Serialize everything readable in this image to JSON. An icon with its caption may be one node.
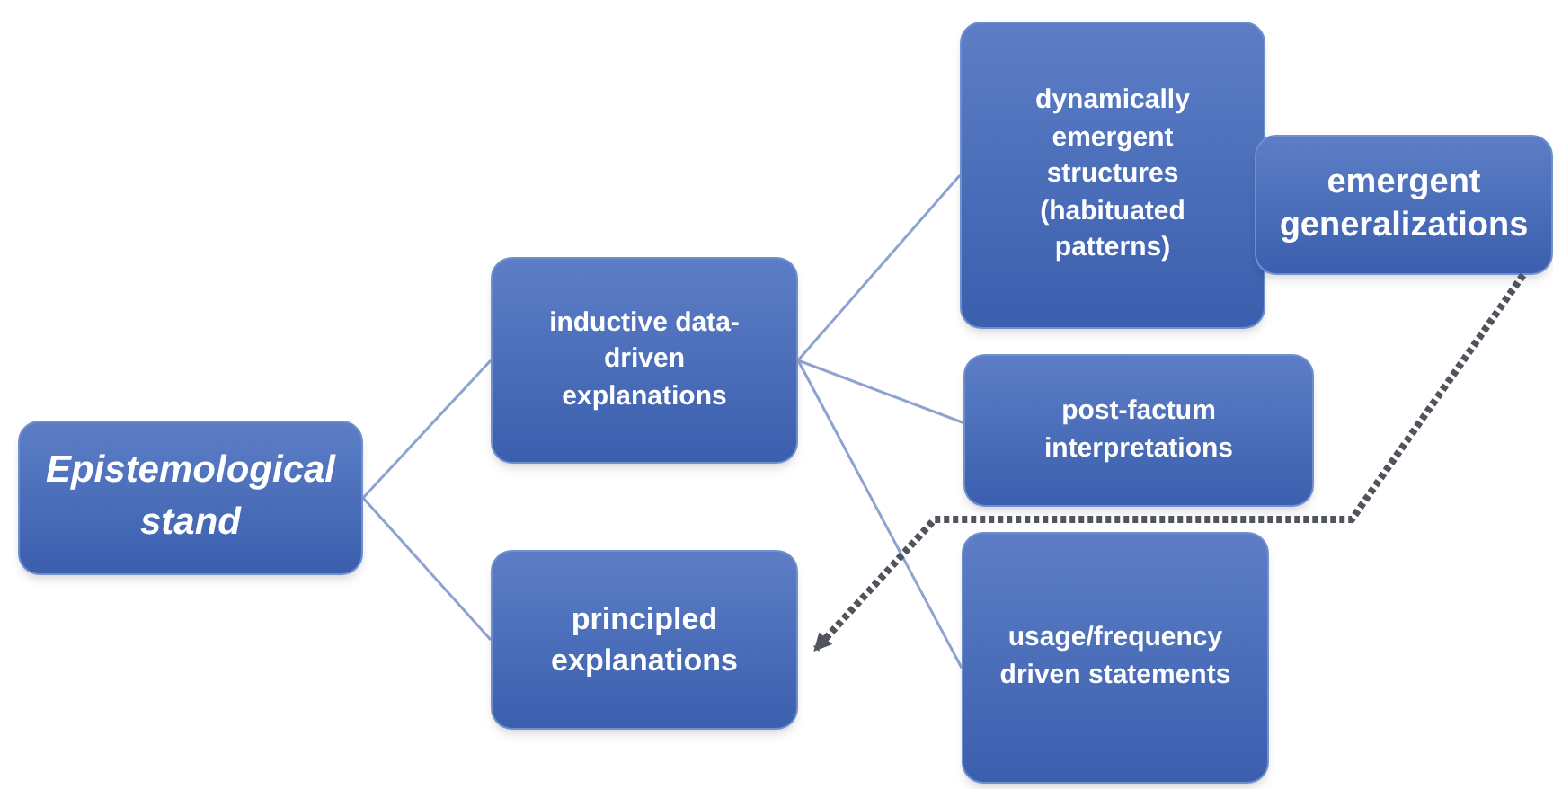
{
  "diagram": {
    "nodes": [
      {
        "text": [
          "Epistemological stand"
        ]
      },
      {
        "text": [
          "inductive data-driven explanations"
        ]
      },
      {
        "text": [
          "principled explanations"
        ]
      },
      {
        "text": [
          "dynamically emergent structures (habituated patterns)"
        ]
      },
      {
        "text": [
          "emergent generalizations"
        ]
      },
      {
        "text": [
          "post-factum interpretations"
        ]
      },
      {
        "text": [
          "usage/frequency driven statements"
        ]
      }
    ],
    "edges": [
      {
        "from": 0,
        "to": 1,
        "arrow": "none"
      },
      {
        "from": 0,
        "to": 2,
        "arrow": "none"
      },
      {
        "from": 1,
        "to": 3,
        "arrow": "none"
      },
      {
        "from": 1,
        "to": 5,
        "arrow": "none"
      },
      {
        "from": 1,
        "to": 6,
        "arrow": "none"
      },
      {
        "from": 4,
        "to": 2,
        "arrow": "to",
        "style": "dashed",
        "color": "#50555c"
      }
    ]
  }
}
